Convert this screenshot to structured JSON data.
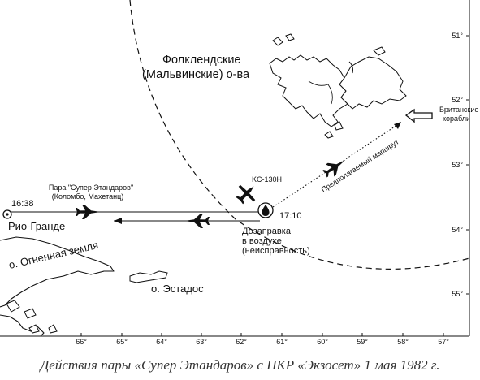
{
  "caption": "Действия пары «Супер Этандаров» с ПКР «Экзосет» 1 мая 1982 г.",
  "labels": {
    "falklands": [
      "Фолклендские",
      "(Мальвинские) о-ва"
    ],
    "british_ships": [
      "Британские",
      "корабли"
    ],
    "route": "Предполагаемый маршрут",
    "kc130": "KC-130H",
    "pair": [
      "Пара \"Супер Этандаров\"",
      "(Коломбо, Махетанц)"
    ],
    "time_start": "16:38",
    "time_refuel": "17:10",
    "rio_grande": "Рио-Гранде",
    "tierra_del_fuego": "о. Огненная земля",
    "estados": "о. Эстадос",
    "refuel": [
      "Дозаправка",
      "в воздухе",
      "(неисправность)"
    ]
  },
  "lon_ticks": [
    "66°",
    "65°",
    "64°",
    "63°",
    "62°",
    "61°",
    "60°",
    "59°",
    "58°",
    "57°"
  ],
  "lat_ticks": [
    "51°",
    "52°",
    "53°",
    "54°",
    "55°"
  ]
}
